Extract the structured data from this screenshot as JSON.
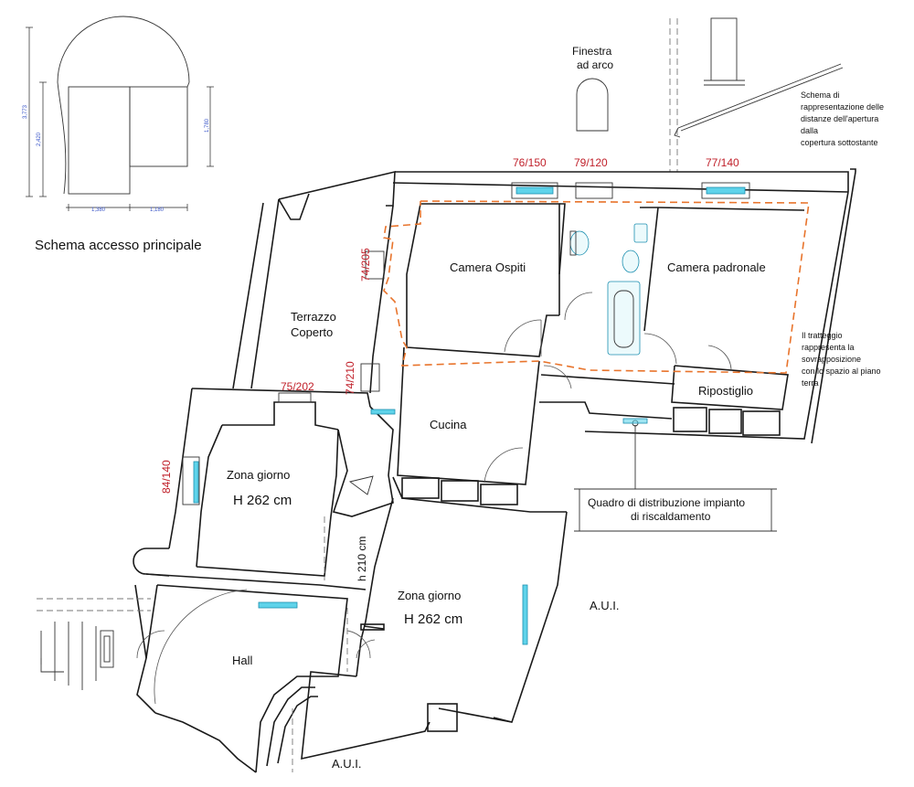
{
  "schema_title": "Schema  accesso principale",
  "schema_dims": {
    "h_total": "3,773",
    "h_left": "2,420",
    "h_right": "1,780",
    "w_left": "1,380",
    "w_right": "1,180"
  },
  "finestra": {
    "line1": "Finestra",
    "line2": "ad arco"
  },
  "schema_note": [
    "Schema di",
    "rappresentazione delle",
    "distanze dell'apertura",
    "dalla",
    "copertura sottostante"
  ],
  "tratteggio_note": [
    "Il tratteggio",
    "rappresenta la",
    "sovrapposizione",
    "con lo spazio al piano",
    "terra"
  ],
  "rooms": {
    "camera_ospiti": "Camera Ospiti",
    "camera_padronale": "Camera padronale",
    "terrazzo_1": "Terrazzo",
    "terrazzo_2": "Coperto",
    "cucina": "Cucina",
    "ripostiglio": "Ripostiglio",
    "zona_giorno_1": "Zona giorno",
    "zona_giorno_1_h": "H 262 cm",
    "zona_giorno_2": "Zona giorno",
    "zona_giorno_2_h": "H 262 cm",
    "hall": "Hall"
  },
  "openings": {
    "o76": "76/150",
    "o79": "79/120",
    "o77": "77/140",
    "o74_205": "74/205",
    "o74_210": "74/210",
    "o75": "75/202",
    "o84": "84/140",
    "h210": "h 210 cm"
  },
  "quadro": {
    "line1": "Quadro di distribuzione impianto",
    "line2": "di riscaldamento"
  },
  "aui_1": "A.U.I.",
  "aui_2": "A.U.I."
}
